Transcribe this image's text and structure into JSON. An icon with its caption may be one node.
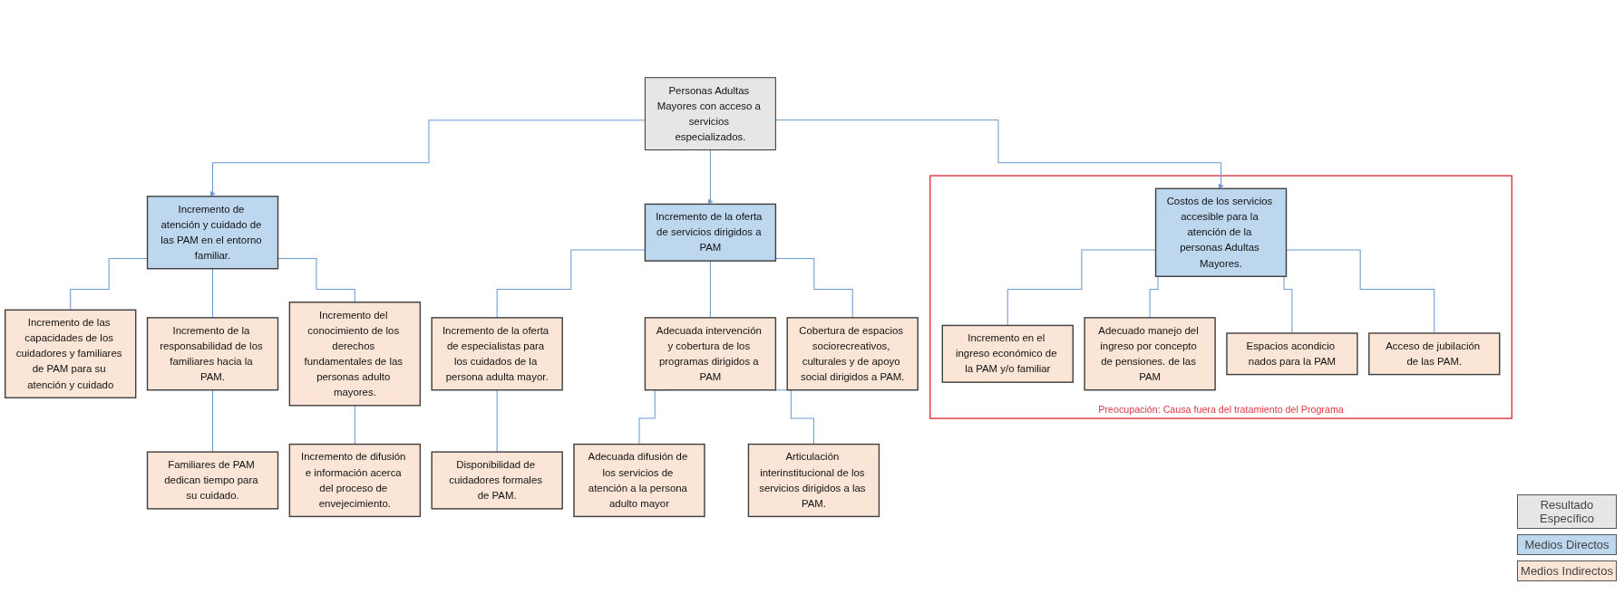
{
  "diagram": {
    "nodes": [
      {
        "text": [
          "Personas Adultas Mayores con acceso a servicios especializados."
        ]
      },
      {
        "text": [
          "Incremento de atención y cuidado de las PAM en el entorno familiar."
        ]
      },
      {
        "text": [
          "Incremento de la oferta de servicios dirigidos a PAM"
        ]
      },
      {
        "text": [
          "Preocupación: Causa fuera del tratamiento del Programa"
        ]
      },
      {
        "text": [
          "Costos de los servicios accesible para la atención de la personas Adultas Mayores."
        ],
        "in": 3
      },
      {
        "text": [
          "Incremento de las capacidades de los cuidadores y familiares de PAM para su atención y cuidado"
        ]
      },
      {
        "text": [
          "Incremento de la responsabilidad de los familiares hacia la PAM."
        ]
      },
      {
        "text": [
          "Incremento del conocimiento de los derechos fundamentales de las personas adulto mayores."
        ]
      },
      {
        "text": [
          "Familiares de PAM dedican tiempo para su cuidado."
        ]
      },
      {
        "text": [
          "Incremento de difusión e información acerca del proceso de envejecimiento."
        ]
      },
      {
        "text": [
          "Incremento de la oferta de especialistas para los cuidados de la persona adulta mayor."
        ]
      },
      {
        "text": [
          "Adecuada intervención y cobertura de los programas dirigidos a PAM"
        ]
      },
      {
        "text": [
          "Cobertura de espacios sociorecreativos, culturales y de apoyo social dirigidos a PAM."
        ]
      },
      {
        "text": [
          "Disponibilidad de cuidadores formales de PAM."
        ]
      },
      {
        "text": [
          "Adecuada difusión de los servicios de atención a la persona adulto mayor"
        ]
      },
      {
        "text": [
          "Articulación interinstitucional de los servicios dirigidos a las PAM."
        ]
      },
      {
        "text": [
          "Incremento en el ingreso económico de la PAM y/o familiar"
        ],
        "in": 3
      },
      {
        "text": [
          "Adecuado manejo del ingreso por concepto de pensiones. de las PAM"
        ],
        "in": 3
      },
      {
        "text": [
          "Espacios acondicio nados para la PAM"
        ],
        "in": 3
      },
      {
        "text": [
          "Acceso de jubilación de las PAM."
        ],
        "in": 3
      }
    ],
    "edges": [
      {
        "from": 0,
        "to": 1,
        "arrow": "to"
      },
      {
        "from": 0,
        "to": 2,
        "arrow": "to"
      },
      {
        "from": 0,
        "to": 4,
        "arrow": "to"
      },
      {
        "from": 1,
        "to": 5,
        "arrow": "none"
      },
      {
        "from": 1,
        "to": 6,
        "arrow": "none"
      },
      {
        "from": 1,
        "to": 7,
        "arrow": "none"
      },
      {
        "from": 6,
        "to": 8,
        "arrow": "none"
      },
      {
        "from": 7,
        "to": 9,
        "arrow": "none"
      },
      {
        "from": 2,
        "to": 10,
        "arrow": "none"
      },
      {
        "from": 2,
        "to": 11,
        "arrow": "none"
      },
      {
        "from": 2,
        "to": 12,
        "arrow": "none"
      },
      {
        "from": 10,
        "to": 13,
        "arrow": "none"
      },
      {
        "from": 11,
        "to": 14,
        "arrow": "none"
      },
      {
        "from": 11,
        "to": 15,
        "arrow": "none"
      },
      {
        "from": 4,
        "to": 16,
        "arrow": "none"
      },
      {
        "from": 4,
        "to": 17,
        "arrow": "none"
      },
      {
        "from": 4,
        "to": 18,
        "arrow": "none"
      },
      {
        "from": 4,
        "to": 19,
        "arrow": "none"
      }
    ],
    "legend": [
      {
        "text": "Resultado Específico",
        "color": "#e7e6e6"
      },
      {
        "text": "Medios Directos",
        "color": "#bdd7ee"
      },
      {
        "text": "Medios Indirectos",
        "color": "#fbe5d6"
      }
    ]
  }
}
